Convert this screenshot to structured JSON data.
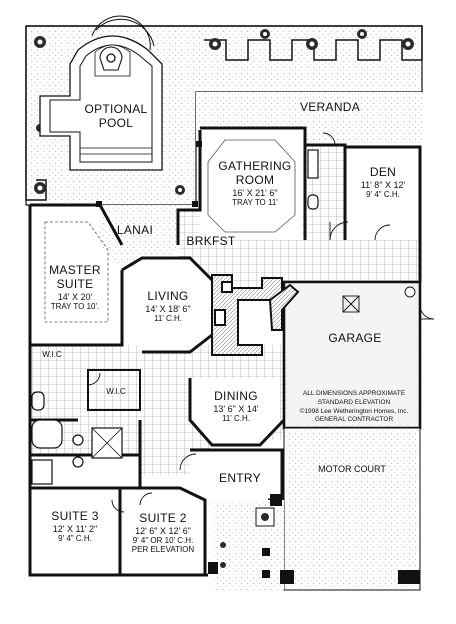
{
  "rooms": {
    "pool": {
      "name": "OPTIONAL\nPOOL"
    },
    "veranda": {
      "name": "VERANDA"
    },
    "gathering": {
      "name": "GATHERING\nROOM",
      "size": "16' X 21' 6\"",
      "ceiling": "TRAY TO 11'"
    },
    "den": {
      "name": "DEN",
      "size": "11' 8\" X 12'",
      "ceiling": "9' 4\" C.H."
    },
    "lanai": {
      "name": "LANAI"
    },
    "brkfst": {
      "name": "BRKFST"
    },
    "master": {
      "name": "MASTER\nSUITE",
      "size": "14' X 20'",
      "ceiling": "TRAY TO 10'."
    },
    "living": {
      "name": "LIVING",
      "size": "14' X 18' 6\"",
      "ceiling": "11' C.H."
    },
    "garage": {
      "name": "GARAGE"
    },
    "wic1": {
      "name": "W.I.C"
    },
    "wic2": {
      "name": "W.I.C"
    },
    "dining": {
      "name": "DINING",
      "size": "13' 6\" X 14'",
      "ceiling": "11' C.H."
    },
    "entry": {
      "name": "ENTRY"
    },
    "motor": {
      "name": "MOTOR COURT"
    },
    "suite3": {
      "name": "SUITE 3",
      "size": "12' X 11' 2\"",
      "ceiling": "9' 4\" C.H."
    },
    "suite2": {
      "name": "SUITE 2",
      "size": "12' 6\" X 12' 6\"",
      "ceiling": "9' 4\" OR 10' C.H.",
      "note": "PER ELEVATION"
    }
  },
  "notes": {
    "line1": "ALL DIMENSIONS APPROXIMATE",
    "line2": "STANDARD ELEVATION",
    "line3": "©1998 Lee Wetherington Homes, Inc.",
    "line4": "GENERAL CONTRACTOR"
  },
  "colors": {
    "wall": "#111111",
    "tile": "#9a9a9a",
    "stipple": "#bdbdbd",
    "plant": "#2a2a2a"
  }
}
